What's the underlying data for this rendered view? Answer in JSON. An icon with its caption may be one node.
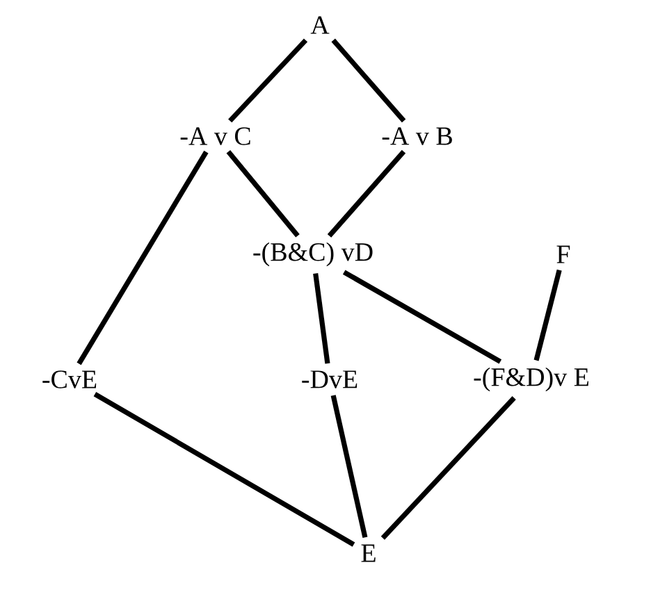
{
  "diagram": {
    "nodes": [
      {
        "text": [
          "A"
        ]
      },
      {
        "text": [
          "-A v C"
        ]
      },
      {
        "text": [
          "-A v B"
        ]
      },
      {
        "text": [
          "-(B&C) vD"
        ]
      },
      {
        "text": [
          "F"
        ]
      },
      {
        "text": [
          "-CvE"
        ]
      },
      {
        "text": [
          "-DvE"
        ]
      },
      {
        "text": [
          "-(F&D)v E"
        ]
      },
      {
        "text": [
          "E"
        ]
      }
    ],
    "edges": [
      {
        "from": 0,
        "to": 1,
        "arrow": "none"
      },
      {
        "from": 0,
        "to": 2,
        "arrow": "none"
      },
      {
        "from": 1,
        "to": 3,
        "arrow": "none"
      },
      {
        "from": 2,
        "to": 3,
        "arrow": "none"
      },
      {
        "from": 1,
        "to": 5,
        "arrow": "none"
      },
      {
        "from": 3,
        "to": 6,
        "arrow": "none"
      },
      {
        "from": 3,
        "to": 7,
        "arrow": "none"
      },
      {
        "from": 4,
        "to": 7,
        "arrow": "none"
      },
      {
        "from": 5,
        "to": 8,
        "arrow": "none"
      },
      {
        "from": 6,
        "to": 8,
        "arrow": "none"
      },
      {
        "from": 7,
        "to": 8,
        "arrow": "none"
      }
    ]
  }
}
